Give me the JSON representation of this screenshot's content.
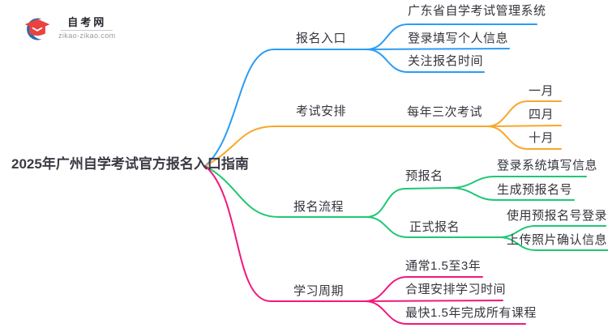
{
  "logo": {
    "title": "自考网",
    "domain": "zikao-zikao.com"
  },
  "mindmap": {
    "root": "2025年广州自学考试官方报名入口指南",
    "colors": {
      "entry": "#2b9cf4",
      "schedule": "#f9a72b",
      "process": "#1ec873",
      "duration": "#f0197d"
    },
    "branch_entry": {
      "label": "报名入口",
      "children": [
        "广东省自学考试管理系统",
        "登录填写个人信息",
        "关注报名时间"
      ]
    },
    "branch_schedule": {
      "label": "考试安排",
      "child": "每年三次考试",
      "months": [
        "一月",
        "四月",
        "十月"
      ]
    },
    "branch_process": {
      "label": "报名流程",
      "pre": {
        "label": "预报名",
        "children": [
          "登录系统填写信息",
          "生成预报名号"
        ]
      },
      "formal": {
        "label": "正式报名",
        "children": [
          "使用预报名号登录",
          "上传照片确认信息"
        ]
      }
    },
    "branch_duration": {
      "label": "学习周期",
      "children": [
        "通常1.5至3年",
        "合理安排学习时间",
        "最快1.5年完成所有课程"
      ]
    }
  }
}
